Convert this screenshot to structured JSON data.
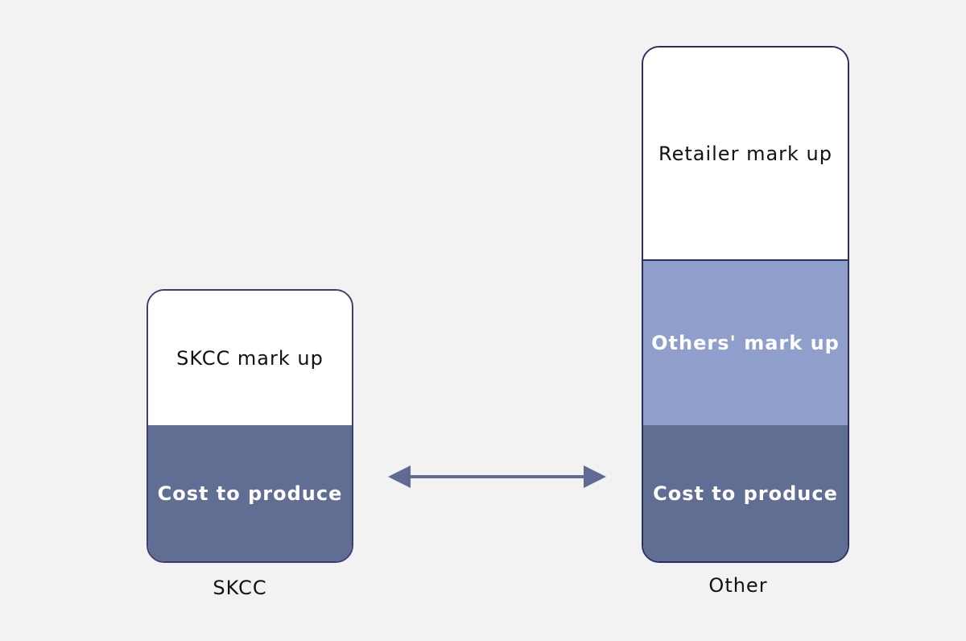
{
  "diagram": {
    "left_bar": {
      "caption": "SKCC",
      "top_segment": "SKCC mark up",
      "bottom_segment": "Cost to produce"
    },
    "right_bar": {
      "caption": "Other",
      "top_segment": "Retailer mark up",
      "middle_segment": "Others' mark up",
      "bottom_segment": "Cost to produce"
    }
  },
  "colors": {
    "background": "#f2f2f3",
    "border": "#2b2f63",
    "cost_fill": "#616e93",
    "others_markup_fill": "#909ecb",
    "arrow": "#5f6b93"
  }
}
